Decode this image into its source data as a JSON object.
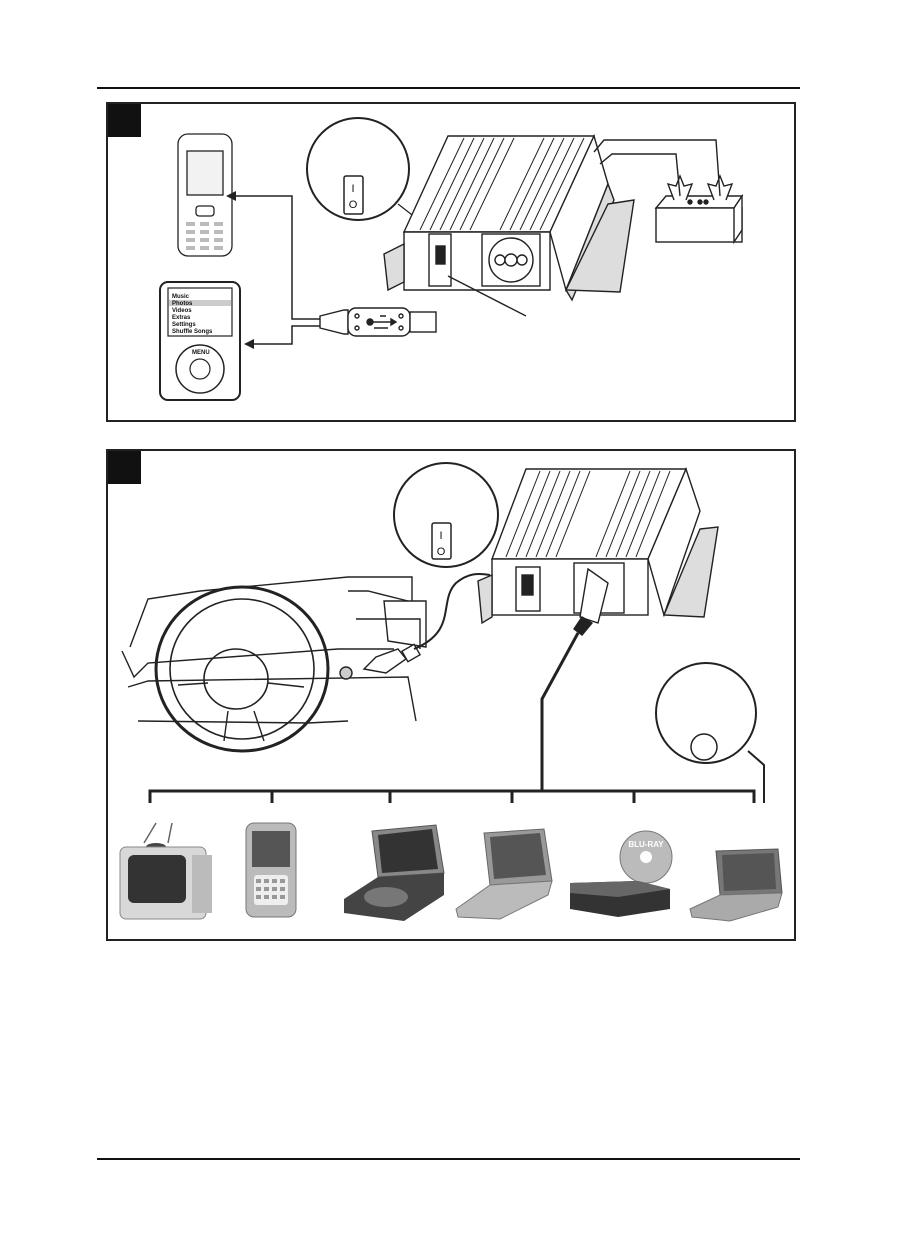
{
  "panel1": {
    "switch_on_symbol": "I",
    "switch_off_symbol": "O",
    "ipod_menu": [
      "Music",
      "Photos",
      "Videos",
      "Extras",
      "Settings",
      "Shuffle Songs"
    ],
    "ipod_wheel_label": "MENU"
  },
  "panel2": {
    "switch_on_symbol": "I",
    "switch_off_symbol": "O",
    "bluray_label": "BLU-RAY"
  },
  "icons": {
    "panel1": [
      "mobile-phone-icon",
      "mp3-player-icon",
      "usb-plug-icon",
      "power-inverter-icon",
      "car-battery-icon",
      "power-switch-icon"
    ],
    "panel2": [
      "car-dashboard-icon",
      "cigarette-lighter-plug-icon",
      "power-inverter-icon",
      "tv-icon",
      "smartphone-icon",
      "portable-dvd-player-icon",
      "laptop-icon",
      "bluray-player-icon",
      "netbook-icon"
    ]
  }
}
